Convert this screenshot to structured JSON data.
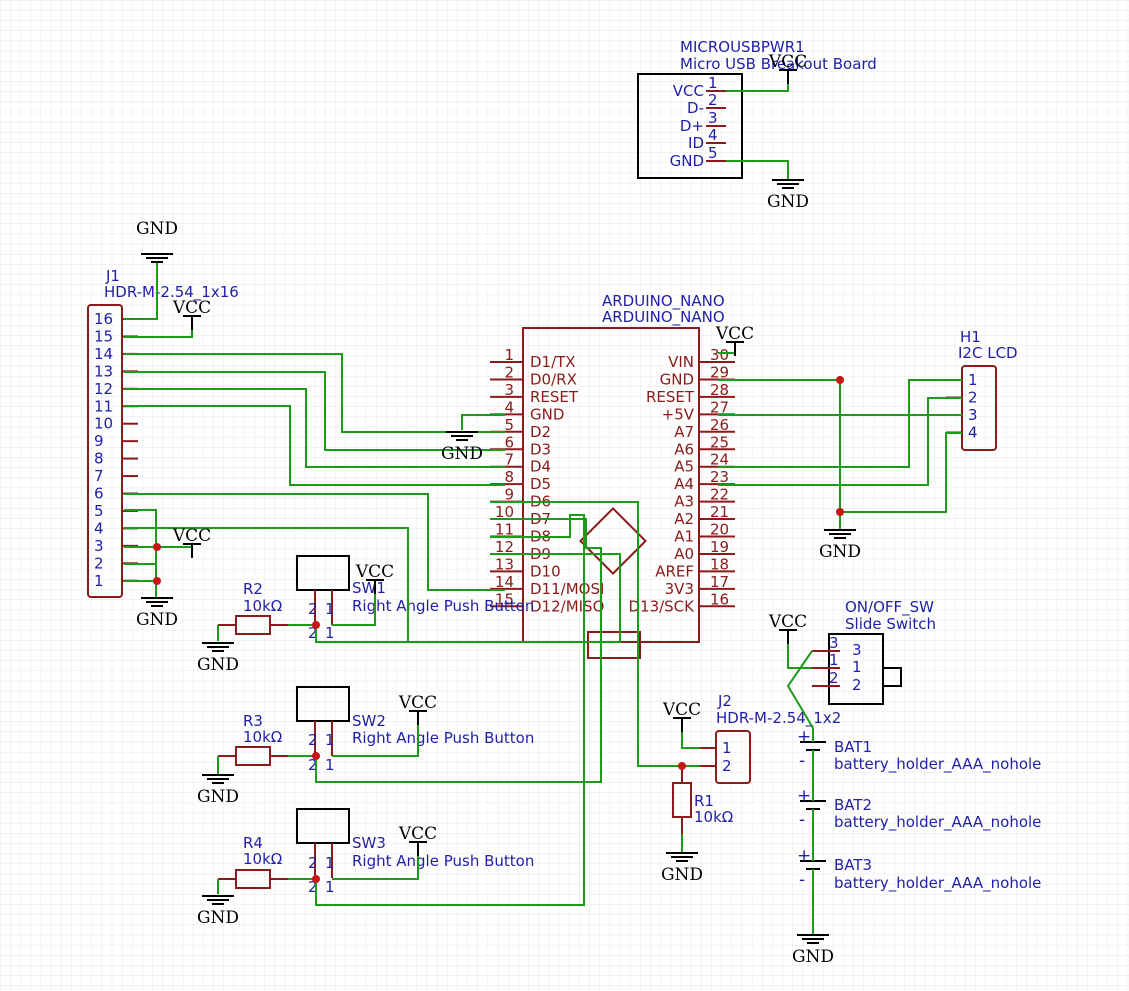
{
  "power": {
    "gnd": "GND",
    "vcc": "VCC"
  },
  "usb": {
    "ref": "MICROUSBPWR1",
    "value": "Micro USB Breakout Board",
    "pins": [
      {
        "n": "1",
        "name": "VCC"
      },
      {
        "n": "2",
        "name": "D-"
      },
      {
        "n": "3",
        "name": "D+"
      },
      {
        "n": "4",
        "name": "ID"
      },
      {
        "n": "5",
        "name": "GND"
      }
    ]
  },
  "j1": {
    "ref": "J1",
    "value": "HDR-M-2.54_1x16",
    "pins": [
      "16",
      "15",
      "14",
      "13",
      "12",
      "11",
      "10",
      "9",
      "8",
      "7",
      "6",
      "5",
      "4",
      "3",
      "2",
      "1"
    ]
  },
  "nano": {
    "ref": "ARDUINO_NANO",
    "value": "ARDUINO_NANO",
    "left": [
      {
        "n": "1",
        "name": "D1/TX"
      },
      {
        "n": "2",
        "name": "D0/RX"
      },
      {
        "n": "3",
        "name": "RESET"
      },
      {
        "n": "4",
        "name": "GND"
      },
      {
        "n": "5",
        "name": "D2"
      },
      {
        "n": "6",
        "name": "D3"
      },
      {
        "n": "7",
        "name": "D4"
      },
      {
        "n": "8",
        "name": "D5"
      },
      {
        "n": "9",
        "name": "D6"
      },
      {
        "n": "10",
        "name": "D7"
      },
      {
        "n": "11",
        "name": "D8"
      },
      {
        "n": "12",
        "name": "D9"
      },
      {
        "n": "13",
        "name": "D10"
      },
      {
        "n": "14",
        "name": "D11/MOSI"
      },
      {
        "n": "15",
        "name": "D12/MISO"
      }
    ],
    "right": [
      {
        "n": "30",
        "name": "VIN"
      },
      {
        "n": "29",
        "name": "GND"
      },
      {
        "n": "28",
        "name": "RESET"
      },
      {
        "n": "27",
        "name": "+5V"
      },
      {
        "n": "26",
        "name": "A7"
      },
      {
        "n": "25",
        "name": "A6"
      },
      {
        "n": "24",
        "name": "A5"
      },
      {
        "n": "23",
        "name": "A4"
      },
      {
        "n": "22",
        "name": "A3"
      },
      {
        "n": "21",
        "name": "A2"
      },
      {
        "n": "20",
        "name": "A1"
      },
      {
        "n": "19",
        "name": "A0"
      },
      {
        "n": "18",
        "name": "AREF"
      },
      {
        "n": "17",
        "name": "3V3"
      },
      {
        "n": "16",
        "name": "D13/SCK"
      }
    ]
  },
  "h1": {
    "ref": "H1",
    "value": "I2C LCD",
    "pins": [
      "1",
      "2",
      "3",
      "4"
    ]
  },
  "sw1": {
    "ref": "SW1",
    "value": "Right Angle Push Button"
  },
  "sw2": {
    "ref": "SW2",
    "value": "Right Angle Push Button"
  },
  "sw3": {
    "ref": "SW3",
    "value": "Right Angle Push Button"
  },
  "r1": {
    "ref": "R1",
    "value": "10kΩ"
  },
  "r2": {
    "ref": "R2",
    "value": "10kΩ"
  },
  "r3": {
    "ref": "R3",
    "value": "10kΩ"
  },
  "r4": {
    "ref": "R4",
    "value": "10kΩ"
  },
  "j2": {
    "ref": "J2",
    "value": "HDR-M-2.54_1x2",
    "pins": [
      "1",
      "2"
    ]
  },
  "slide": {
    "ref": "ON/OFF_SW",
    "value": "Slide Switch",
    "pins": [
      "3",
      "1",
      "2"
    ]
  },
  "bat1": {
    "ref": "BAT1",
    "value": "battery_holder_AAA_nohole"
  },
  "bat2": {
    "ref": "BAT2",
    "value": "battery_holder_AAA_nohole"
  },
  "bat3": {
    "ref": "BAT3",
    "value": "battery_holder_AAA_nohole"
  },
  "sw_pins": {
    "p1": "1",
    "p2": "2"
  },
  "bat_pol": {
    "plus": "+",
    "minus": "-"
  }
}
